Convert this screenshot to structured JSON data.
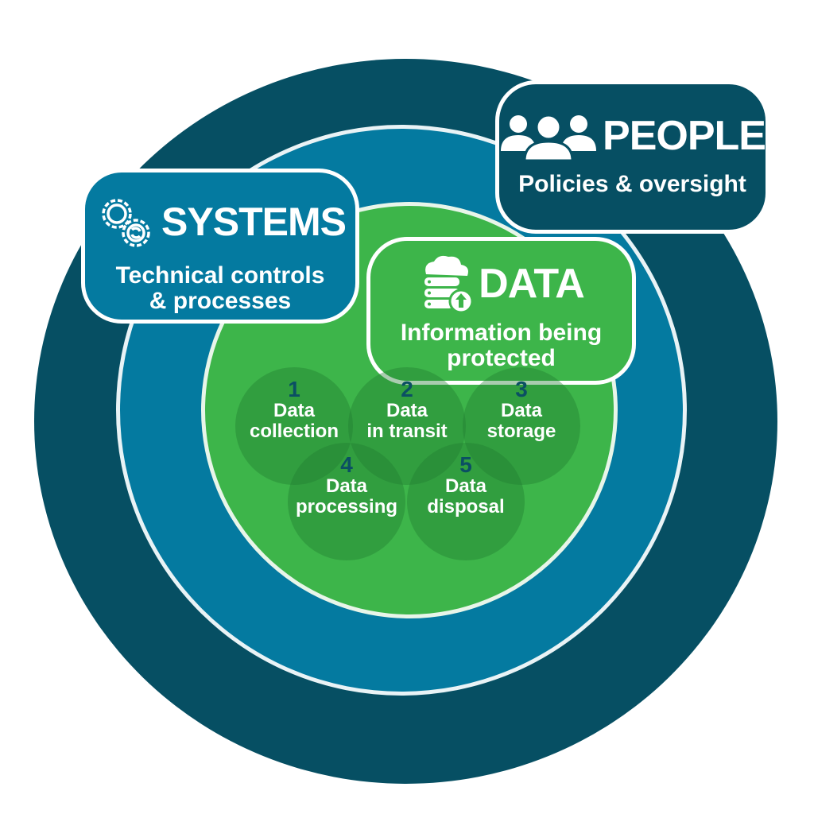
{
  "colors": {
    "outer_ring": "#064f63",
    "middle_ring": "#047aa0",
    "inner_circle": "#3db54a",
    "step_number": "#0b4f63",
    "text": "#ffffff"
  },
  "people": {
    "title": "PEOPLE",
    "subtitle": "Policies & oversight",
    "icon": "people-group-icon"
  },
  "systems": {
    "title": "SYSTEMS",
    "subtitle_line1": "Technical controls",
    "subtitle_line2": "& processes",
    "icon": "gears-icon"
  },
  "data": {
    "title": "DATA",
    "subtitle_line1": "Information being",
    "subtitle_line2": "protected",
    "icon": "cloud-database-icon"
  },
  "steps": [
    {
      "number": "1",
      "line1": "Data",
      "line2": "collection"
    },
    {
      "number": "2",
      "line1": "Data",
      "line2": "in transit"
    },
    {
      "number": "3",
      "line1": "Data",
      "line2": "storage"
    },
    {
      "number": "4",
      "line1": "Data",
      "line2": "processing"
    },
    {
      "number": "5",
      "line1": "Data",
      "line2": "disposal"
    }
  ]
}
